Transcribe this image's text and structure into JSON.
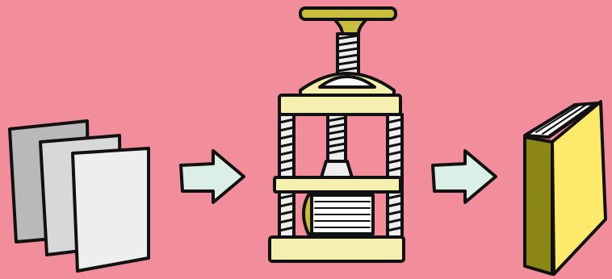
{
  "scene": {
    "background_color": "#f28d9c",
    "steps": [
      {
        "name": "loose-paper-sheets",
        "icon": "paper-sheets-icon"
      },
      {
        "name": "arrow",
        "icon": "right-arrow-icon"
      },
      {
        "name": "book-press",
        "icon": "book-press-icon"
      },
      {
        "name": "arrow",
        "icon": "right-arrow-icon"
      },
      {
        "name": "bound-book",
        "icon": "book-icon"
      }
    ],
    "colors": {
      "outline": "#111111",
      "paper_back": "#b9b9b9",
      "paper_middle": "#d8d8d8",
      "paper_front": "#eeeeee",
      "arrow_fill": "#dcefe6",
      "press_fill": "#f6f0b0",
      "press_handle": "#c9bd3d",
      "book_cover": "#ffe96a",
      "book_spine": "#8a8714",
      "book_pages": "#ffffff"
    }
  }
}
